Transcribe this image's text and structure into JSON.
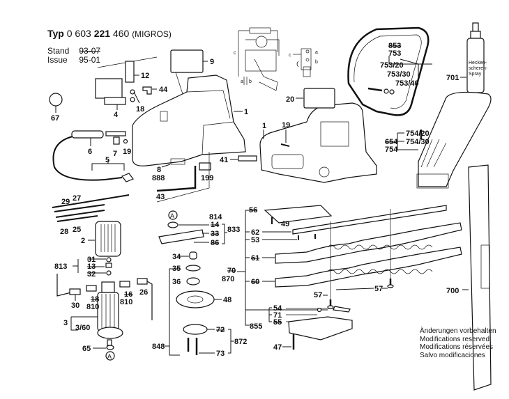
{
  "header": {
    "typ_label": "Typ",
    "typ_prefix": "0 603",
    "typ_bold": "221",
    "typ_suffix": "460",
    "variant": "(MIGROS)",
    "stand_label": "Stand",
    "stand_value": "93-07",
    "issue_label": "Issue",
    "issue_value": "95-01"
  },
  "notes": [
    "Änderungen vorbehalten",
    "Modifications reserved",
    "Modifications réservées",
    "Salvo modificaciones"
  ],
  "spray_label": [
    "Hecken-",
    "scheren-",
    "Spray"
  ],
  "wiring": {
    "a": "a",
    "b": "b",
    "c": "c"
  },
  "parts": {
    "p9": "9",
    "p12": "12",
    "p44": "44",
    "p18": "18",
    "p4": "4",
    "p67": "67",
    "p1a": "1",
    "p1b": "1",
    "p19a": "19",
    "p19b": "19",
    "p20": "20",
    "p6": "6",
    "p7": "7",
    "p5": "5",
    "p8": "8",
    "p888": "888",
    "p199": "199",
    "p41": "41",
    "p43": "43",
    "p853": "853",
    "p753": "753",
    "p753_20": "753/20",
    "p753_30": "753/30",
    "p753_40": "753/40",
    "p701": "701",
    "p754_20": "754/20",
    "p754_30": "754/30",
    "p654": "654",
    "p754": "754",
    "p700": "700",
    "p29": "29",
    "p27": "27",
    "p28": "28",
    "p25": "25",
    "p2": "2",
    "p813": "813",
    "p31": "31",
    "p13": "13",
    "p32": "32",
    "p30": "30",
    "p18b": "18",
    "p810a": "810",
    "p16": "16",
    "p810b": "810",
    "p26": "26",
    "p3": "3",
    "p3_60": "3/60",
    "p65": "65",
    "pA1": "A",
    "pA2": "A",
    "p814": "814",
    "p14": "14",
    "p833": "833",
    "p33": "33",
    "p86": "86",
    "p34": "34",
    "p35": "35",
    "p36": "36",
    "p48": "48",
    "p72": "72",
    "p872": "872",
    "p73": "73",
    "p848": "848",
    "p56": "56",
    "p49": "49",
    "p62": "62",
    "p53": "53",
    "p61": "61",
    "p70": "70",
    "p870": "870",
    "p60": "60",
    "p57a": "57",
    "p57b": "57",
    "p855": "855",
    "p54": "54",
    "p71": "71",
    "p55": "55",
    "p47": "47"
  }
}
